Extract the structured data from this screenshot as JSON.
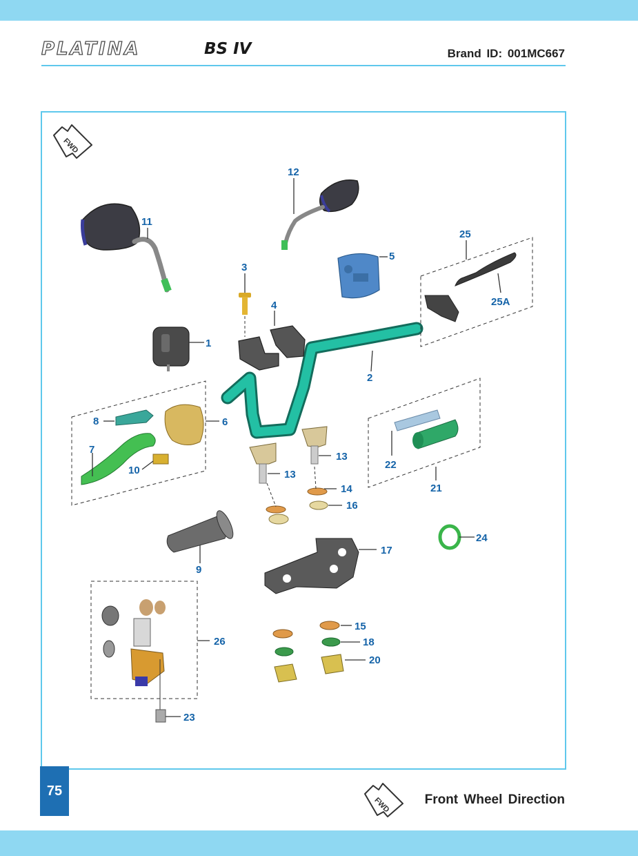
{
  "header": {
    "model_logo": "PLATINA",
    "model_suffix": "BS IV",
    "brand_id": "Brand  ID:  001MC667"
  },
  "diagram": {
    "fwd_label": "FWD",
    "part_numbers": [
      "1",
      "2",
      "3",
      "4",
      "5",
      "6",
      "7",
      "8",
      "9",
      "10",
      "11",
      "12",
      "13",
      "13",
      "14",
      "15",
      "16",
      "17",
      "18",
      "20",
      "21",
      "22",
      "23",
      "24",
      "25",
      "25A",
      "26"
    ]
  },
  "footer": {
    "page_number": "75",
    "legend_text": "Front Wheel Direction",
    "legend_icon_label": "FWD"
  },
  "colors": {
    "band": "#8fd8f2",
    "rule": "#5ec8ec",
    "page_box": "#1e6fb3",
    "label_blue": "#1463a8",
    "handlebar": "#1fb39a",
    "lever_green": "#38b54a"
  }
}
